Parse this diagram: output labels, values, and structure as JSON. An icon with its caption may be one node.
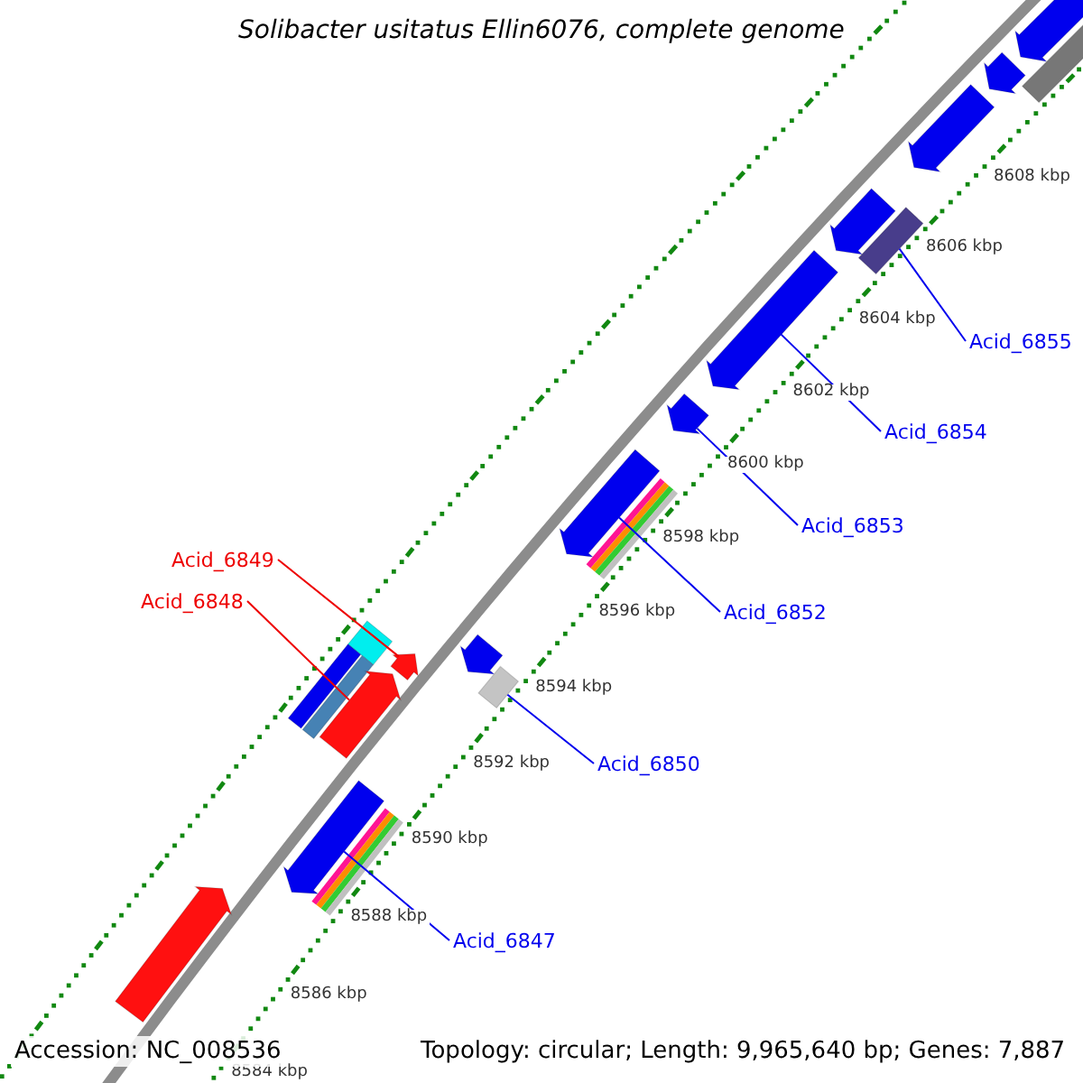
{
  "diagram": {
    "title": "Solibacter usitatus Ellin6076, complete genome",
    "nodes": [
      {
        "text": [
          "Acid_6855"
        ]
      },
      {
        "text": [
          "Acid_6854"
        ]
      },
      {
        "text": [
          "Acid_6853"
        ]
      },
      {
        "text": [
          "Acid_6849"
        ]
      },
      {
        "text": [
          "Acid_6848"
        ]
      },
      {
        "text": [
          "Acid_6852"
        ]
      },
      {
        "text": [
          "Acid_6850"
        ]
      },
      {
        "text": [
          "Acid_6847"
        ]
      },
      {
        "text": [],
        "shape": "arrow"
      },
      {
        "text": [],
        "shape": "bar"
      },
      {
        "text": [],
        "shape": "arrow"
      },
      {
        "text": [],
        "shape": "arrow"
      },
      {
        "text": [],
        "shape": "arrow"
      },
      {
        "text": [],
        "shape": "bar"
      },
      {
        "text": [],
        "shape": "arrow"
      },
      {
        "text": [],
        "shape": "arrow"
      },
      {
        "text": [],
        "shape": "arrow"
      },
      {
        "text": [],
        "shape": "bar"
      },
      {
        "text": [],
        "shape": "arrow"
      },
      {
        "text": [],
        "shape": "arrow"
      },
      {
        "text": [],
        "shape": "bar"
      },
      {
        "text": [],
        "shape": "bar"
      },
      {
        "text": [],
        "shape": "bar"
      },
      {
        "text": [],
        "shape": "arrow"
      },
      {
        "text": [],
        "shape": "arrow"
      },
      {
        "text": [],
        "shape": "arrow"
      }
    ],
    "edges": [
      {
        "from": 0,
        "to": 13,
        "arrow": "none"
      },
      {
        "from": 1,
        "to": 14,
        "arrow": "none"
      },
      {
        "from": 2,
        "to": 15,
        "arrow": "none"
      },
      {
        "from": 3,
        "to": 19,
        "arrow": "none",
        "color": "#ee0000"
      },
      {
        "from": 4,
        "to": 23,
        "arrow": "none",
        "color": "#ee0000"
      },
      {
        "from": 5,
        "to": 16,
        "arrow": "none"
      },
      {
        "from": 6,
        "to": 21,
        "arrow": "none"
      },
      {
        "from": 7,
        "to": 24,
        "arrow": "none"
      }
    ],
    "labels": [
      "8608 kbp",
      "8606 kbp",
      "8604 kbp",
      "8602 kbp",
      "8600 kbp",
      "8598 kbp",
      "8596 kbp",
      "8594 kbp",
      "8592 kbp",
      "8590 kbp",
      "8588 kbp",
      "8586 kbp",
      "8584 kbp",
      "Accession: NC_008536",
      "Topology: circular; Length: 9,965,640 bp; Genes: 7,887"
    ]
  }
}
